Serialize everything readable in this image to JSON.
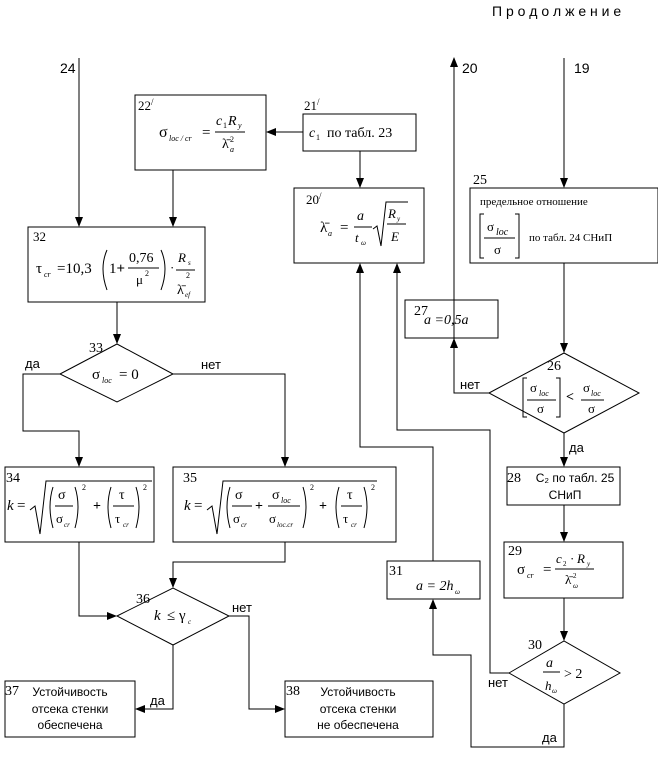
{
  "header": {
    "continued": "П р о д о л ж е н и е"
  },
  "connectors": {
    "c24": "24",
    "c20": "20",
    "c19": "19"
  },
  "nodes": {
    "n22": {
      "num": "22",
      "prime": "/"
    },
    "n21": {
      "num": "21",
      "prime": "/",
      "text": "по  табл.  23"
    },
    "n20": {
      "num": "20",
      "prime": "/"
    },
    "n25": {
      "num": "25",
      "text1": "предельное   отношение",
      "text2": "по  табл.  24  СНиП"
    },
    "n32": {
      "num": "32",
      "coef1": "10,3",
      "one": "1",
      "coef2": "0,76"
    },
    "n27": {
      "num": "27",
      "formula": "a =0,5a"
    },
    "n33": {
      "num": "33",
      "rhs": "0"
    },
    "n26": {
      "num": "26"
    },
    "n34": {
      "num": "34"
    },
    "n35": {
      "num": "35"
    },
    "n28": {
      "num": "28",
      "line1": "C₂ по табл. 25",
      "line2": "СНиП"
    },
    "n29": {
      "num": "29"
    },
    "n31": {
      "num": "31",
      "formula": "a = 2h"
    },
    "n36": {
      "num": "36"
    },
    "n30": {
      "num": "30",
      "rhs": "> 2"
    },
    "n37": {
      "num": "37",
      "line1": "Устойчивость",
      "line2": "отсека стенки",
      "line3": "обеспечена"
    },
    "n38": {
      "num": "38",
      "line1": "Устойчивость",
      "line2": "отсека стенки",
      "line3": "не обеспечена"
    }
  },
  "edge_labels": {
    "da33": "да",
    "net33": "нет",
    "net26": "нет",
    "da26": "да",
    "net36": "нет",
    "da36": "да",
    "net30": "нет",
    "da30": "да"
  }
}
